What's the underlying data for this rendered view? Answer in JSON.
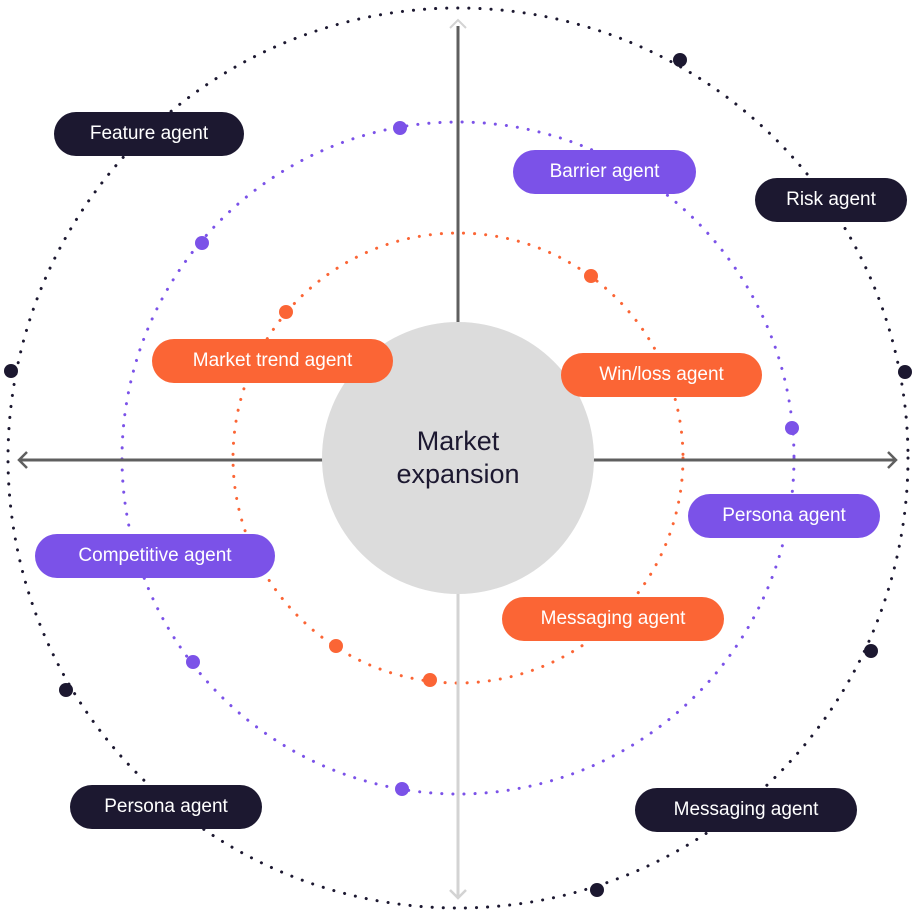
{
  "center": {
    "title_line1": "Market",
    "title_line2": "expansion"
  },
  "colors": {
    "outer": "#1c1830",
    "middle": "#7b52e8",
    "inner": "#fb6535",
    "hub": "#dcdcdc",
    "axis_dark": "#5f5f5f",
    "axis_light": "#d3d3d3"
  },
  "outer_ring": {
    "agents": [
      "Feature agent",
      "Risk agent",
      "Persona agent",
      "Messaging agent"
    ]
  },
  "middle_ring": {
    "agents": [
      "Barrier agent",
      "Persona agent",
      "Competitive agent"
    ]
  },
  "inner_ring": {
    "agents": [
      "Market trend agent",
      "Win/loss agent",
      "Messaging agent"
    ]
  }
}
